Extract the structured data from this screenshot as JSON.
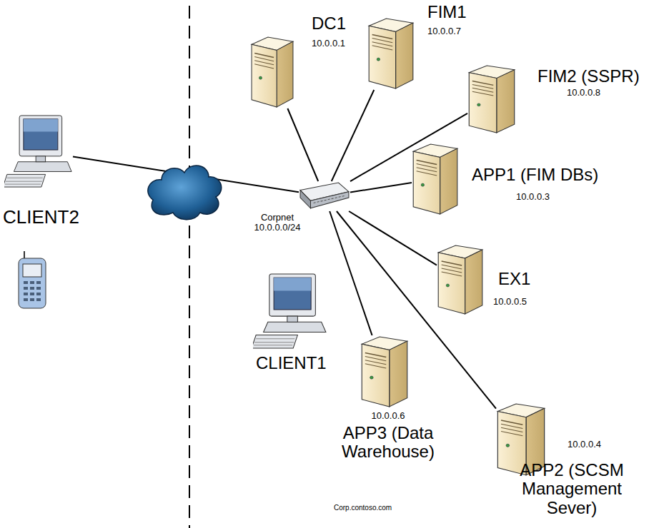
{
  "diagram": {
    "nodes": [
      {
        "text": [
          "DC1",
          "10.0.0.1"
        ]
      },
      {
        "text": [
          "FIM1",
          "10.0.0.7"
        ]
      },
      {
        "text": [
          "FIM2 (SSPR)",
          "10.0.0.8"
        ]
      },
      {
        "text": [
          "CLIENT2"
        ]
      },
      {
        "text": [
          "Corpnet 10.0.0.0/24"
        ]
      },
      {
        "text": [
          "APP1 (FIM DBs)",
          "10.0.0.3"
        ]
      },
      {
        "text": [
          "EX1",
          "10.0.0.5"
        ]
      },
      {
        "text": [
          "CLIENT1"
        ]
      },
      {
        "text": [
          "10.0.0.6",
          "APP3 (Data Warehouse)"
        ]
      },
      {
        "text": [
          "10.0.0.4",
          "APP2 (SCSM Management Sever)"
        ]
      }
    ],
    "edges": [
      {
        "from": 3,
        "to": 4,
        "arrow": "none"
      },
      {
        "from": 4,
        "to": 0,
        "arrow": "none"
      },
      {
        "from": 4,
        "to": 1,
        "arrow": "none"
      },
      {
        "from": 4,
        "to": 2,
        "arrow": "none"
      },
      {
        "from": 4,
        "to": 5,
        "arrow": "none"
      },
      {
        "from": 4,
        "to": 6,
        "arrow": "none"
      },
      {
        "from": 4,
        "to": 8,
        "arrow": "none"
      },
      {
        "from": 4,
        "to": 9,
        "arrow": "none"
      }
    ],
    "labels": [
      "Corp.contoso.com"
    ]
  }
}
